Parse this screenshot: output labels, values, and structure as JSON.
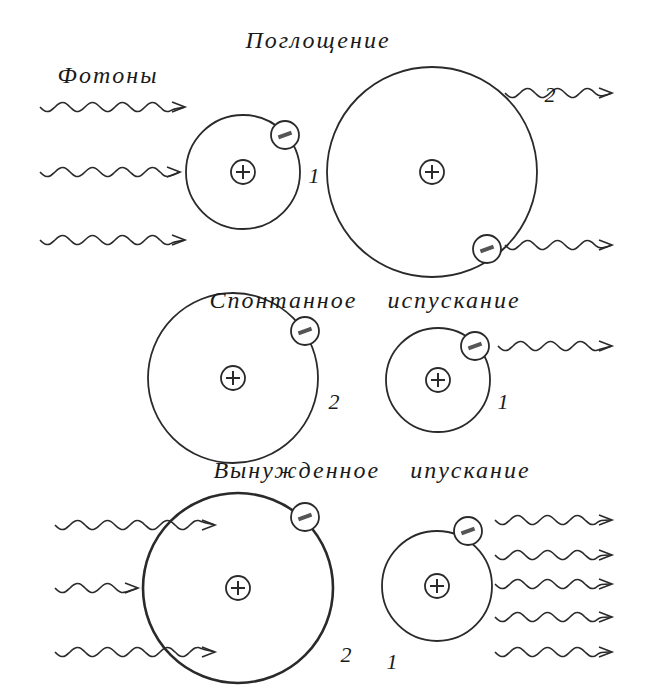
{
  "diagram": {
    "nodes": [
      {
        "text": [
          "1"
        ]
      },
      {
        "text": [
          "2"
        ]
      },
      {
        "text": [
          "2"
        ]
      },
      {
        "text": [
          "1"
        ]
      },
      {
        "text": [
          "2"
        ]
      },
      {
        "text": [
          "1"
        ]
      }
    ],
    "labels": [
      "Поглощение",
      "Фотоны",
      "Спонтанное испускание",
      "Вынужденное ипускание"
    ]
  }
}
